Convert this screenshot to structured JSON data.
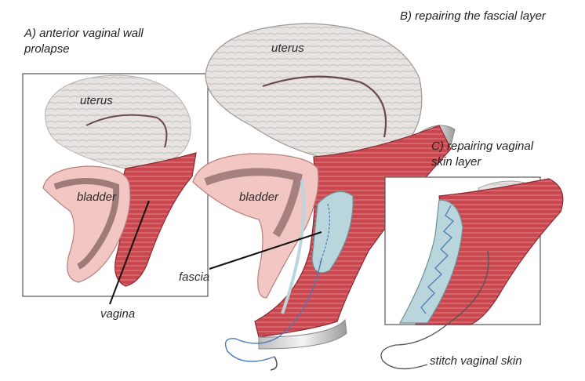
{
  "panels": {
    "a": {
      "title_line1": "A) anterior vaginal wall",
      "title_line2": "prolapse"
    },
    "b": {
      "title": "B) repairing the fascial layer"
    },
    "c": {
      "title_line1": "C) repairing vaginal",
      "title_line2": "skin layer"
    }
  },
  "labels": {
    "uterus_a": "uterus",
    "uterus_b": "uterus",
    "bladder_a": "bladder",
    "bladder_b": "bladder",
    "vagina": "vagina",
    "fascia": "fascia",
    "stitch": "stitch vaginal skin"
  },
  "colors": {
    "uterus_fill": "#e4e1df",
    "uterus_stripe": "#c9c4c1",
    "tissue_red": "#c9474f",
    "tissue_dark": "#8c2a33",
    "tissue_pink": "#f2c7c3",
    "fascia_blue": "#b9d6dc",
    "suture_blue": "#4a7ab8",
    "frame": "#555555",
    "leader": "#111111"
  },
  "icons": [
    "suture-needle-icon"
  ]
}
